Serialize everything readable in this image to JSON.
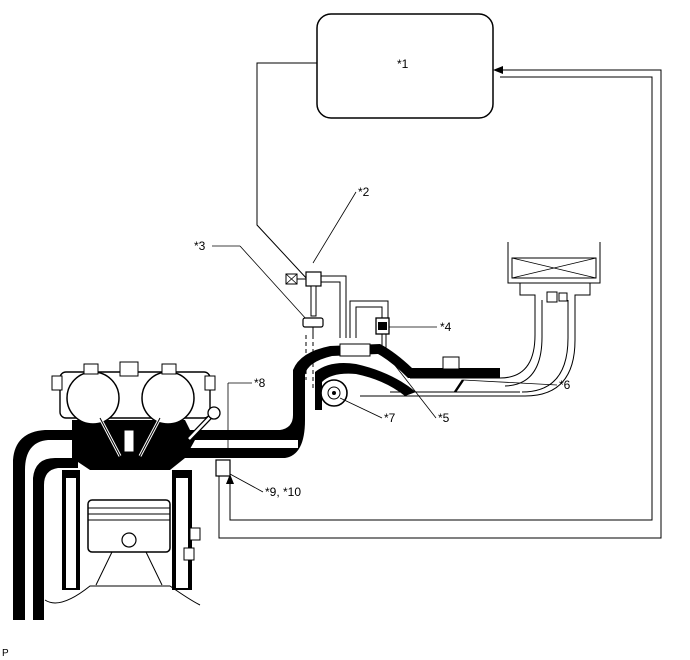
{
  "callouts": {
    "c1": "*1",
    "c2": "*2",
    "c3": "*3",
    "c4": "*4",
    "c5": "*5",
    "c6": "*6",
    "c7": "*7",
    "c8": "*8",
    "c9": "*9, *10"
  },
  "footer": {
    "code": "P"
  }
}
